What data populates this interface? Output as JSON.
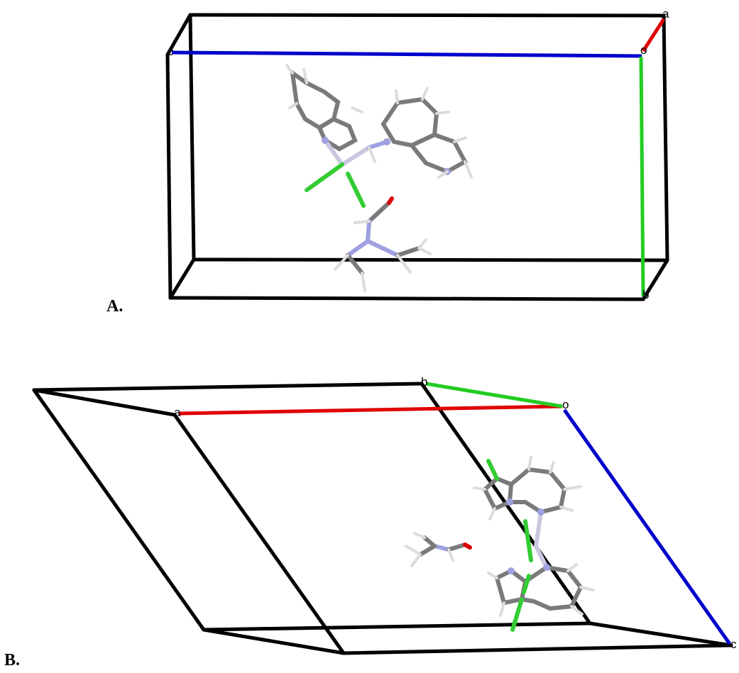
{
  "panels": [
    {
      "id": "A",
      "label": "A.",
      "axis_labels": {
        "origin": "o",
        "a": "a",
        "b": "b",
        "c": "c"
      }
    },
    {
      "id": "B",
      "label": "B.",
      "axis_labels": {
        "origin": "o",
        "a": "a",
        "b": "b",
        "c": "c"
      }
    }
  ],
  "colors": {
    "cell_edge": "#000000",
    "axis_a": "#e00000",
    "axis_b": "#22cc22",
    "axis_c": "#0000cc",
    "carbon": "#7a7a7a",
    "hydrogen": "#dcdcdc",
    "nitrogen": "#9fa0e0",
    "oxygen": "#dd0000",
    "chlorine": "#33cc33",
    "metal": "#c8c8e0"
  }
}
